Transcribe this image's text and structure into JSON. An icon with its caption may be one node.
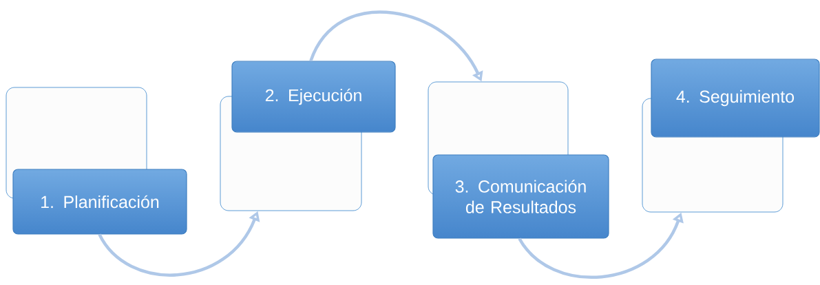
{
  "diagram": {
    "nodes": [
      {
        "text": [],
        "shape": "box"
      },
      {
        "text": [
          "1. Planificación"
        ]
      },
      {
        "text": [],
        "shape": "box"
      },
      {
        "text": [
          "2. Ejecución"
        ]
      },
      {
        "text": [],
        "shape": "box"
      },
      {
        "text": [
          "3. Comunicación de Resultados"
        ]
      },
      {
        "text": [],
        "shape": "box"
      },
      {
        "text": [
          "4. Seguimiento"
        ]
      }
    ],
    "edges": [
      {
        "from": 1,
        "to": 2,
        "arrow": "to"
      },
      {
        "from": 3,
        "to": 4,
        "arrow": "to"
      },
      {
        "from": 5,
        "to": 6,
        "arrow": "to"
      }
    ]
  }
}
